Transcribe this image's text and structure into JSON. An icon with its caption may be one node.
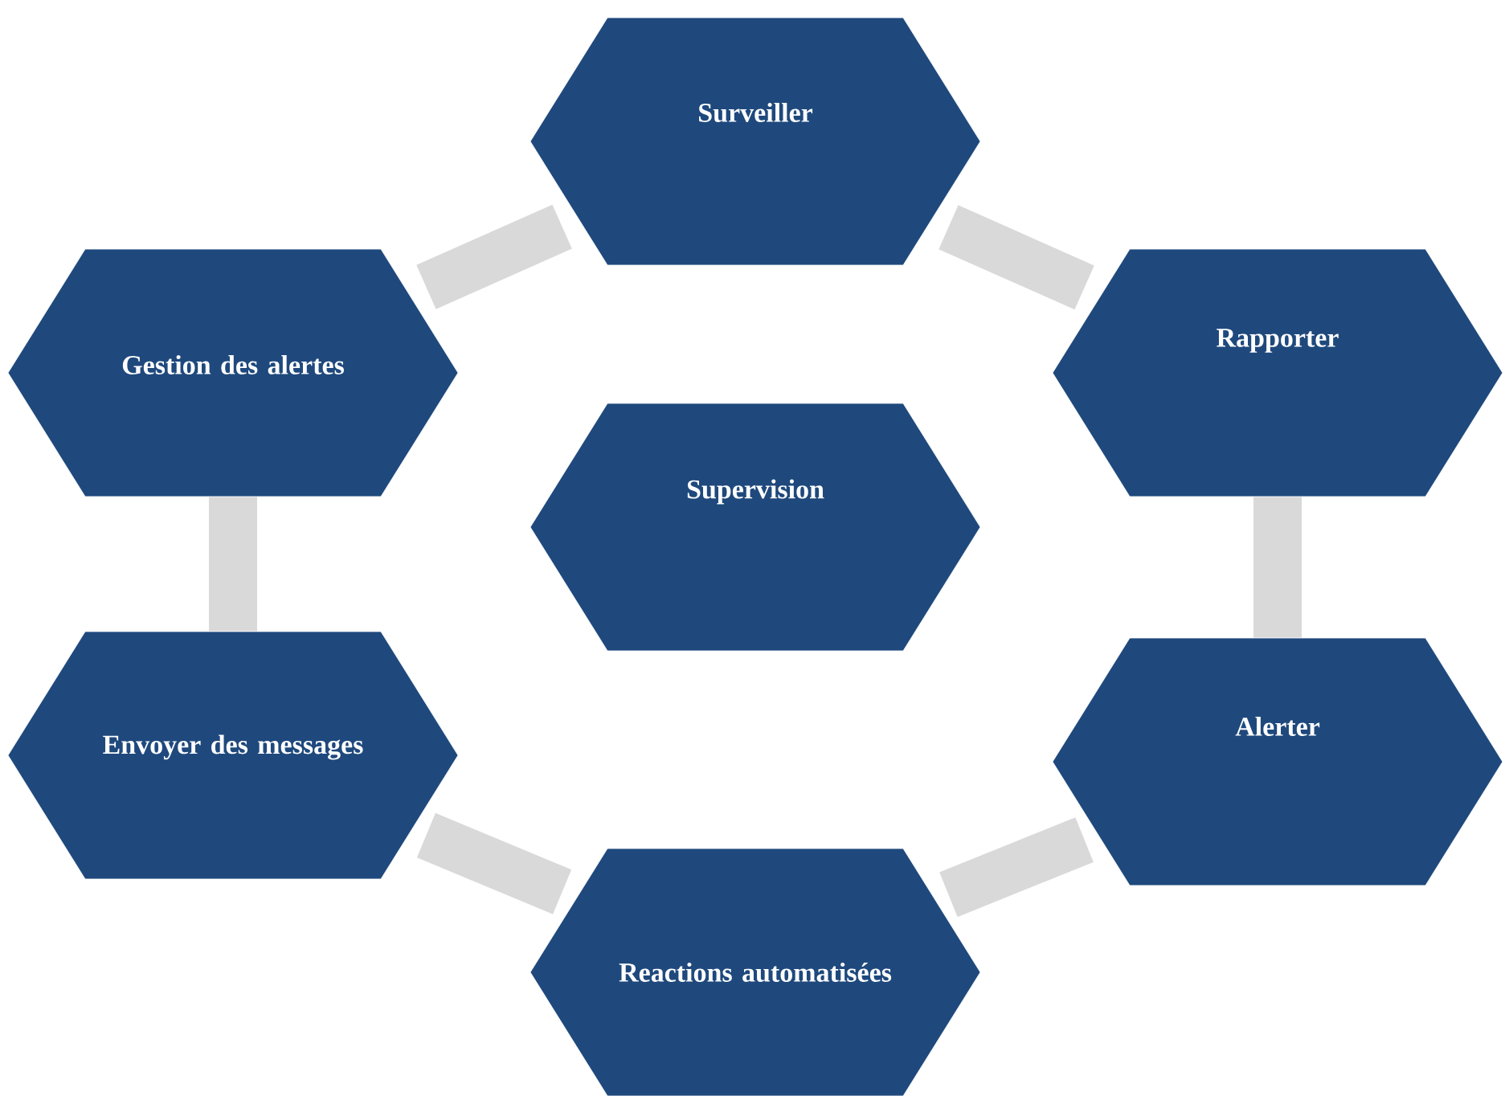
{
  "diagram": {
    "nodes": [
      {
        "text": [
          "Surveiller"
        ]
      },
      {
        "text": [
          "Rapporter"
        ]
      },
      {
        "text": [
          "Alerter"
        ]
      },
      {
        "text": [
          "Reactions automatisées"
        ]
      },
      {
        "text": [
          "Envoyer des messages"
        ]
      },
      {
        "text": [
          "Gestion des alertes"
        ]
      },
      {
        "text": [
          "Supervision"
        ]
      }
    ],
    "edges": [
      {
        "from": 0,
        "to": 1,
        "arrow": "none"
      },
      {
        "from": 1,
        "to": 2,
        "arrow": "none"
      },
      {
        "from": 2,
        "to": 3,
        "arrow": "none"
      },
      {
        "from": 3,
        "to": 4,
        "arrow": "none"
      },
      {
        "from": 4,
        "to": 5,
        "arrow": "none"
      },
      {
        "from": 5,
        "to": 0,
        "arrow": "none"
      }
    ]
  }
}
